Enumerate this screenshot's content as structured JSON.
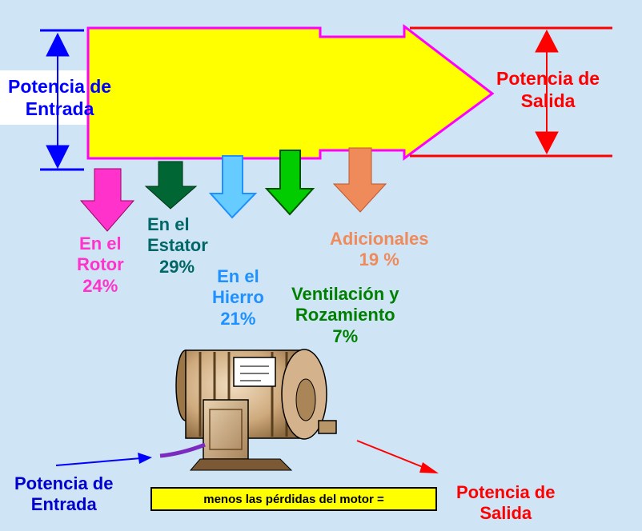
{
  "diagram": {
    "input_label": [
      "Potencia de",
      "Entrada"
    ],
    "output_label": [
      "Potencia de",
      "Salida"
    ],
    "losses": [
      {
        "lines": [
          "En el",
          "Rotor",
          "24%"
        ],
        "color": "#ff33cc"
      },
      {
        "lines": [
          "En el",
          "Estator",
          "29%"
        ],
        "color": "#006666"
      },
      {
        "lines": [
          "En el",
          "Hierro",
          "21%"
        ],
        "color": "#1e90ff"
      },
      {
        "lines": [
          "Ventilación y",
          "Rozamiento",
          "7%"
        ],
        "color": "#008000"
      },
      {
        "lines": [
          "Adicionales",
          "19 %"
        ],
        "color": "#ef8a5a"
      }
    ],
    "flow_fill": "#ffff00",
    "flow_outline": "#ff00ff",
    "input_color": "#0000ff",
    "output_color": "#ff0000"
  },
  "footer": {
    "input_label": [
      "Potencia de",
      "Entrada"
    ],
    "note": "menos las pérdidas del motor =",
    "output_label": [
      "Potencia de",
      "Salida"
    ]
  }
}
